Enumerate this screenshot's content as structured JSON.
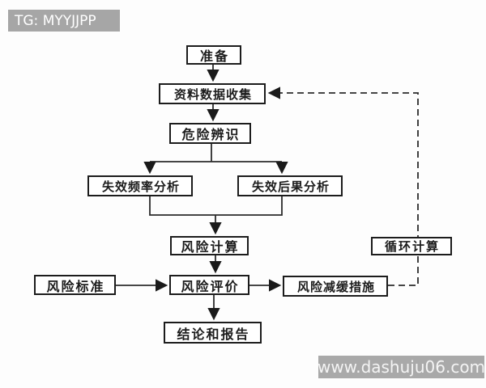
{
  "watermarks": {
    "top_left": "TG: MYYJJPP",
    "bottom_right": "www.dashuju06.com"
  },
  "diagram": {
    "type": "flowchart",
    "language": "zh-CN",
    "nodes": [
      {
        "id": "prepare",
        "label": "准备"
      },
      {
        "id": "data-collection",
        "label": "资料数据收集"
      },
      {
        "id": "hazard-identification",
        "label": "危险辨识"
      },
      {
        "id": "failure-frequency-analysis",
        "label": "失效频率分析"
      },
      {
        "id": "failure-consequence-analysis",
        "label": "失效后果分析"
      },
      {
        "id": "risk-calculation",
        "label": "风险计算"
      },
      {
        "id": "loop-calculation",
        "label": "循环计算"
      },
      {
        "id": "risk-criteria",
        "label": "风险标准"
      },
      {
        "id": "risk-evaluation",
        "label": "风险评价"
      },
      {
        "id": "risk-mitigation-measures",
        "label": "风险减缓措施"
      },
      {
        "id": "conclusion-and-report",
        "label": "结论和报告"
      }
    ],
    "edges": [
      {
        "from": "准备",
        "to": "资料数据收集",
        "style": "solid"
      },
      {
        "from": "资料数据收集",
        "to": "危险辨识",
        "style": "solid"
      },
      {
        "from": "危险辨识",
        "to": "失效频率分析",
        "style": "solid"
      },
      {
        "from": "危险辨识",
        "to": "失效后果分析",
        "style": "solid"
      },
      {
        "from": "失效频率分析",
        "to": "风险计算",
        "style": "solid"
      },
      {
        "from": "失效后果分析",
        "to": "风险计算",
        "style": "solid"
      },
      {
        "from": "风险计算",
        "to": "风险评价",
        "style": "solid"
      },
      {
        "from": "风险标准",
        "to": "风险评价",
        "style": "solid"
      },
      {
        "from": "风险评价",
        "to": "风险减缓措施",
        "style": "solid"
      },
      {
        "from": "风险评价",
        "to": "结论和报告",
        "style": "solid"
      },
      {
        "from": "风险减缓措施",
        "to": "资料数据收集",
        "style": "dashed",
        "through": "循环计算"
      }
    ]
  },
  "colors": {
    "background": "#fdfdfd",
    "box_fill": "#ffffff",
    "box_border": "#1c1c1c",
    "text": "#1c1c1c",
    "line": "#2b2b2b",
    "watermark_bg": "#a6a6a6",
    "watermark_text": "#ffffff"
  }
}
